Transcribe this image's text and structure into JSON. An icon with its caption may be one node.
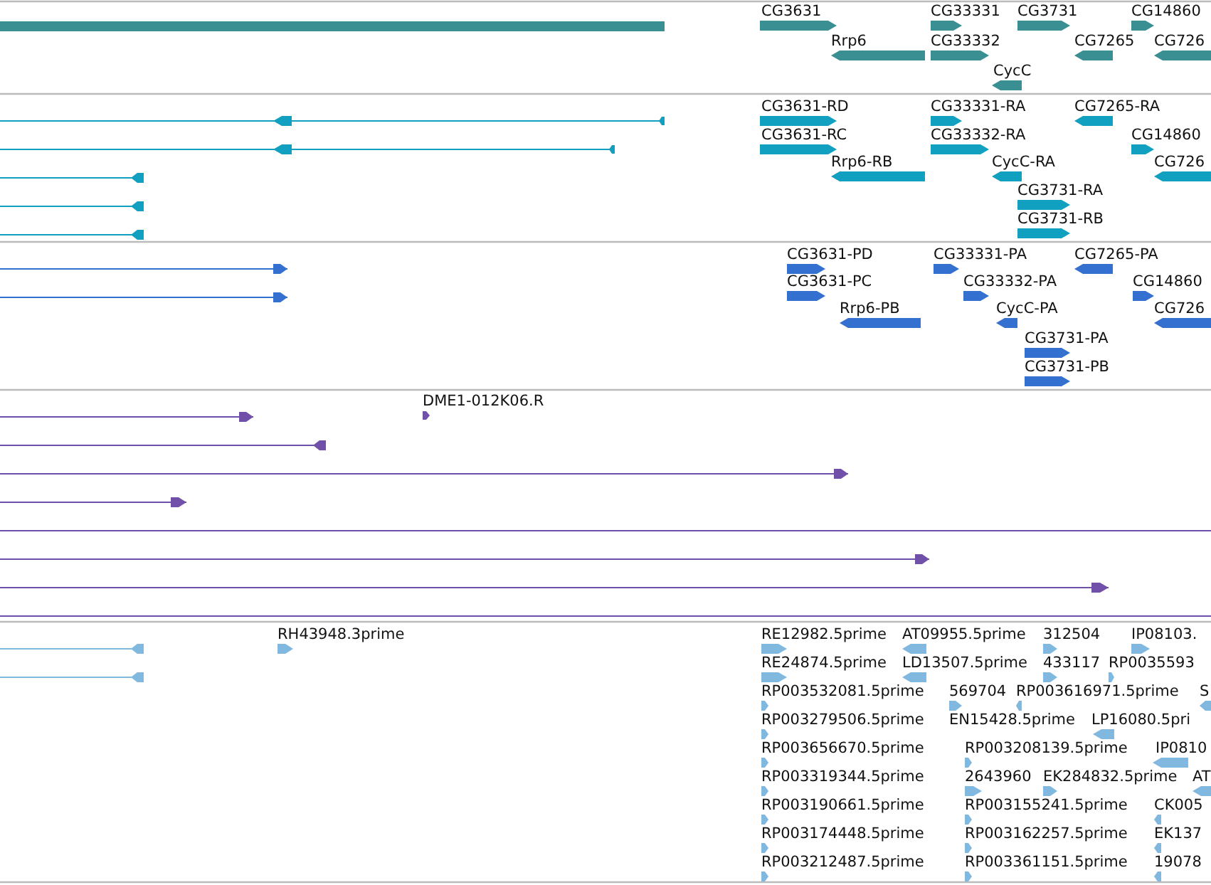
{
  "diagram": {
    "labels": [
      "CG3631",
      "CG33331",
      "CG3731",
      "CG14860",
      "Rrp6",
      "CG33332",
      "CG7265",
      "CG726",
      "CycC",
      "CG3631-RD",
      "CG33331-RA",
      "CG7265-RA",
      "CG3631-RC",
      "CG33332-RA",
      "CG14860",
      "Rrp6-RB",
      "CycC-RA",
      "CG726",
      "CG3731-RA",
      "CG3731-RB",
      "CG3631-PD",
      "CG33331-PA",
      "CG7265-PA",
      "CG3631-PC",
      "CG33332-PA",
      "CG14860",
      "Rrp6-PB",
      "CycC-PA",
      "CG726",
      "CG3731-PA",
      "CG3731-PB",
      "DME1-012K06.R",
      "RH43948.3prime",
      "RE12982.5prime",
      "AT09955.5prime",
      "312504",
      "IP08103.",
      "RE24874.5prime",
      "LD13507.5prime",
      "433117",
      "RP0035593",
      "RP003532081.5prime",
      "569704",
      "RP003616971.5prime",
      "S",
      "RP003279506.5prime",
      "EN15428.5prime",
      "LP16080.5pri",
      "RP003656670.5prime",
      "RP003208139.5prime",
      "IP0810",
      "RP003319344.5prime",
      "2643960",
      "EK284832.5prime",
      "AT",
      "RP003190661.5prime",
      "RP003155241.5prime",
      "CK005",
      "RP003174448.5prime",
      "RP003162257.5prime",
      "EK137",
      "RP003212487.5prime",
      "RP003361151.5prime",
      "19078"
    ]
  }
}
